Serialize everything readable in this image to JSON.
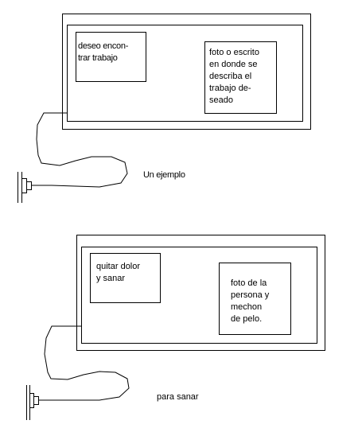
{
  "diagram_1": {
    "left_box_text": "deseo encon-\ntrar trabajo",
    "right_box_text": "foto o escrito\nen donde se\ndescriba el\ntrabajo de-\nseado",
    "caption": "Un ejemplo"
  },
  "diagram_2": {
    "left_box_text": "quitar dolor\ny sanar",
    "right_box_text": "foto de la\npersona y\nmechon\nde pelo.",
    "caption": "para sanar"
  },
  "colors": {
    "line": "#000000",
    "background": "#ffffff"
  }
}
